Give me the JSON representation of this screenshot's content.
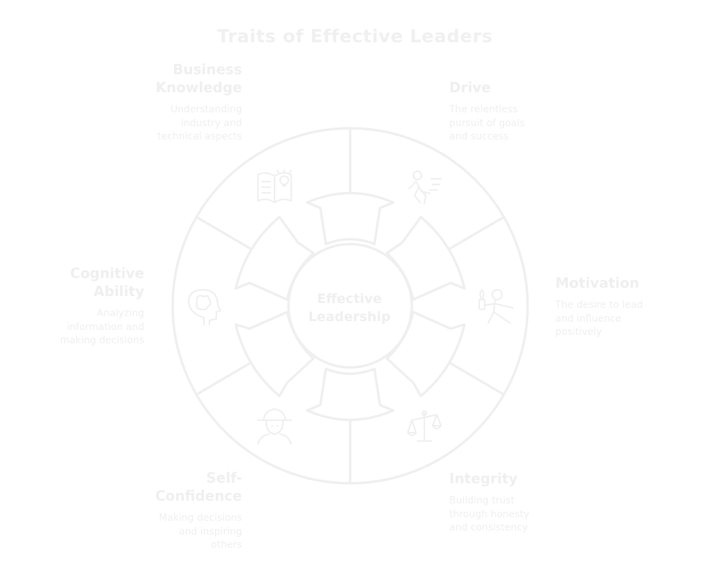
{
  "title": "Traits of Effective Leaders",
  "center": {
    "label": "Effective\nLeadership"
  },
  "colors": {
    "stroke": "#efefef",
    "text": "#efefef",
    "background": "#ffffff"
  },
  "traits": [
    {
      "name": "Business\nKnowledge",
      "description": "Understanding\nindustry and\ntechnical aspects",
      "icon": "book-lightbulb-icon"
    },
    {
      "name": "Drive",
      "description": "The relentless\npursuit of goals\nand success",
      "icon": "running-person-icon"
    },
    {
      "name": "Motivation",
      "description": "The desire to lead\nand influence\npositively",
      "icon": "person-torch-icon"
    },
    {
      "name": "Integrity",
      "description": "Building trust\nthrough honesty\nand consistency",
      "icon": "scales-icon"
    },
    {
      "name": "Self-\nConfidence",
      "description": "Making decisions\nand inspiring\nothers",
      "icon": "person-hat-icon"
    },
    {
      "name": "Cognitive\nAbility",
      "description": "Analyzing\ninformation and\nmaking decisions",
      "icon": "brain-head-icon"
    }
  ]
}
